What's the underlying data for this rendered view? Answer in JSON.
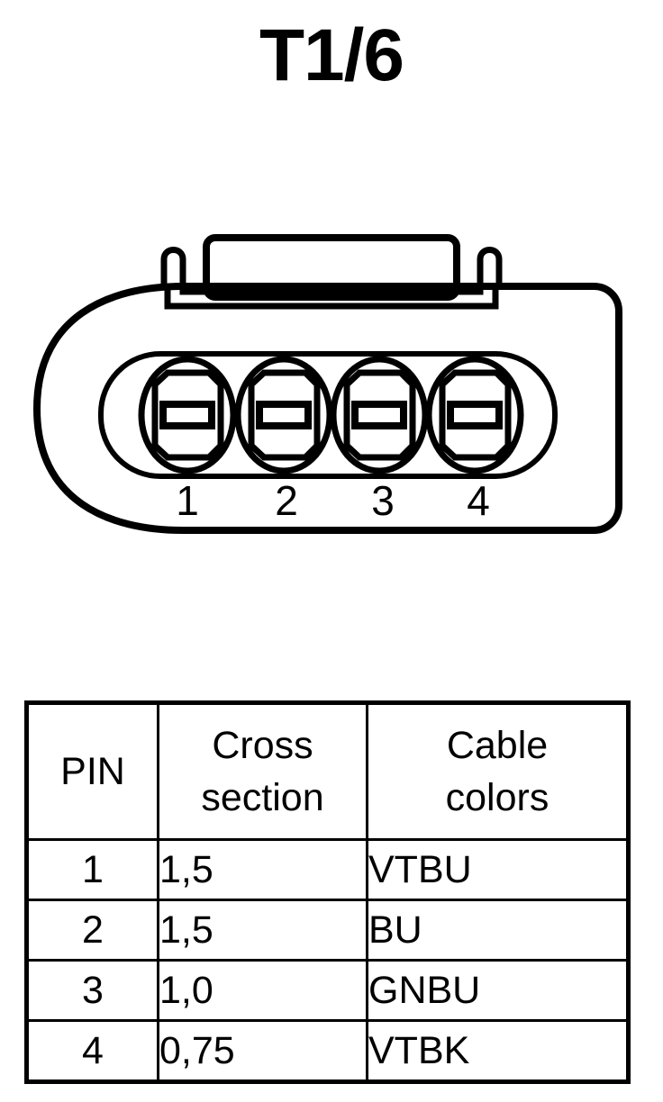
{
  "page": {
    "title": "T1/6",
    "background_color": "#ffffff",
    "line_color": "#000000"
  },
  "connector": {
    "name": "4-way automotive connector front view",
    "pin_count": 4,
    "pin_labels": [
      "1",
      "2",
      "3",
      "4"
    ],
    "features": {
      "latch_label": "locking-latch",
      "body_label": "connector-body",
      "cavity_label": "pin-cavity"
    }
  },
  "table": {
    "name": "pin-assignment-table",
    "headers": [
      {
        "id": "pin",
        "lines": [
          "PIN"
        ]
      },
      {
        "id": "cross",
        "lines": [
          "Cross",
          "section"
        ]
      },
      {
        "id": "colors",
        "lines": [
          "Cable",
          "colors"
        ]
      }
    ],
    "rows": [
      {
        "pin": "1",
        "cross_section": "1,5",
        "cable_colors": "VTBU"
      },
      {
        "pin": "2",
        "cross_section": "1,5",
        "cable_colors": "BU"
      },
      {
        "pin": "3",
        "cross_section": "1,0",
        "cable_colors": "GNBU"
      },
      {
        "pin": "4",
        "cross_section": "0,75",
        "cable_colors": "VTBK"
      }
    ]
  }
}
